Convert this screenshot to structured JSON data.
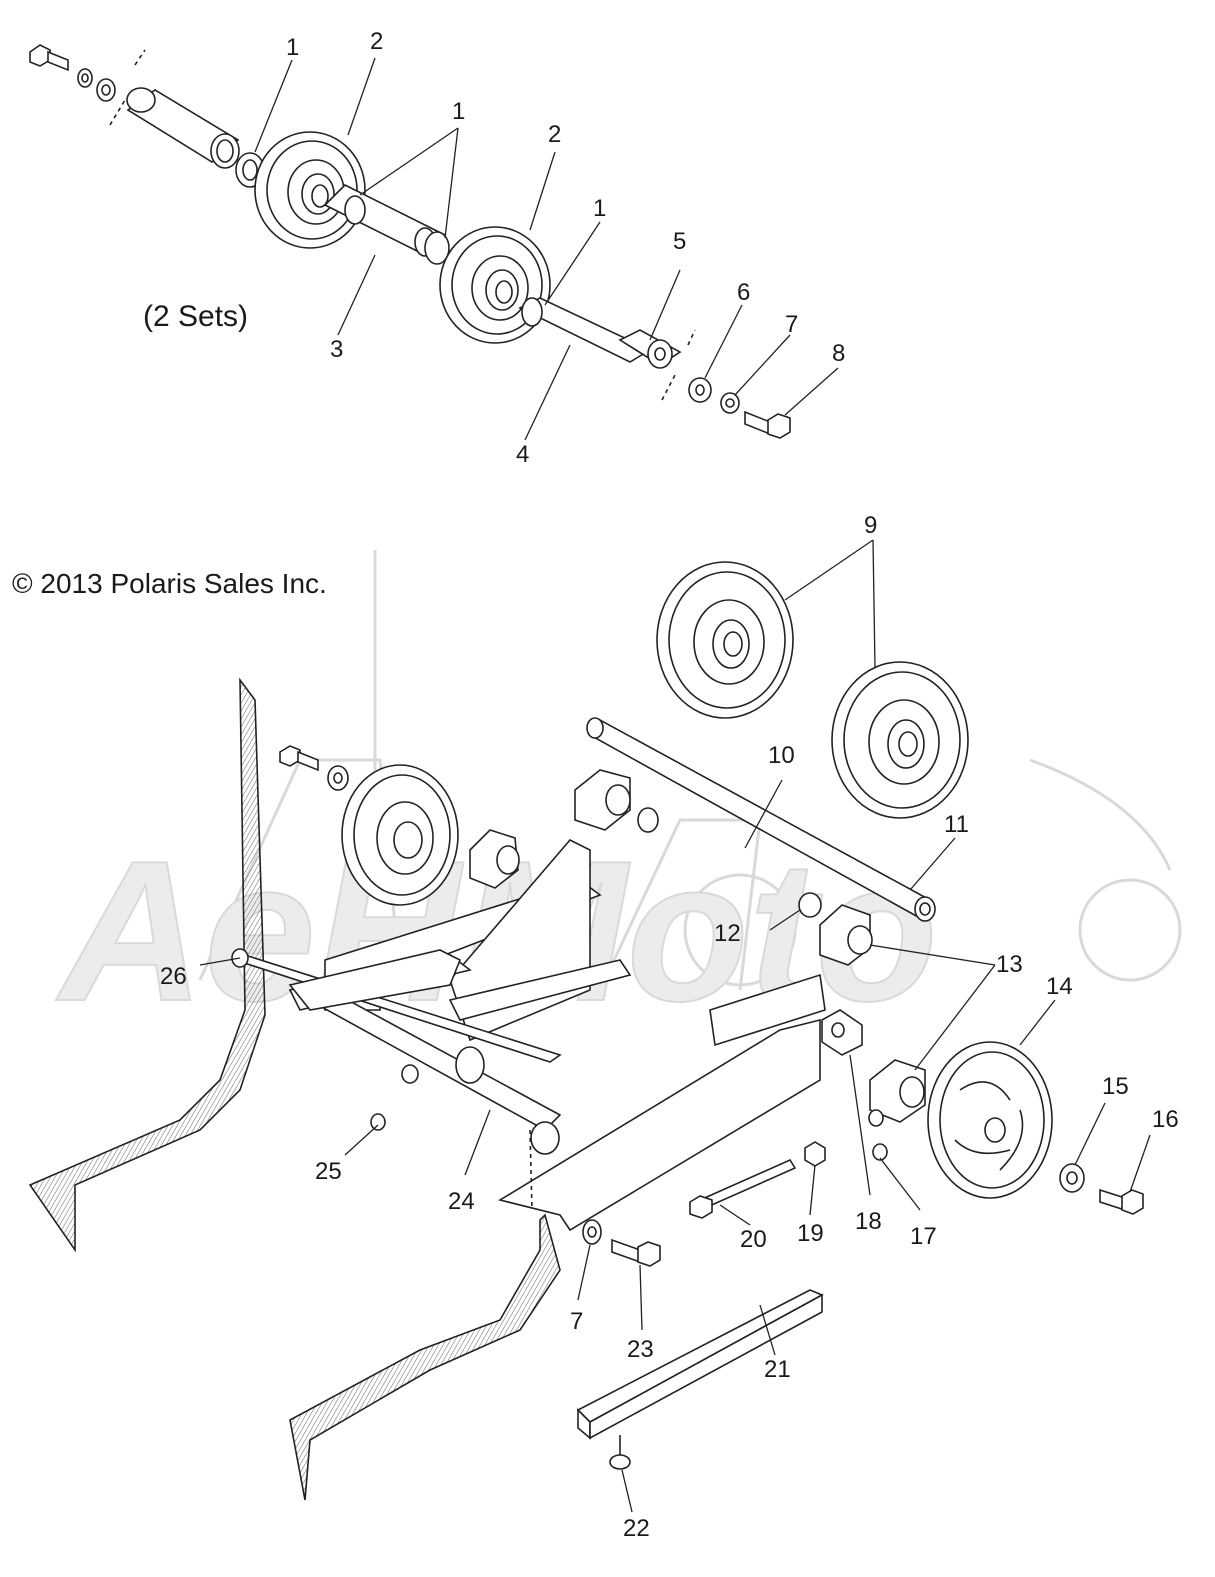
{
  "notes": {
    "sets": "(2 Sets)",
    "copyright": "© 2013 Polaris Sales Inc."
  },
  "watermark": {
    "text": "AeHMoto",
    "color": "#d9d9d9"
  },
  "callouts": [
    {
      "id": "c1a",
      "label": "1"
    },
    {
      "id": "c2a",
      "label": "2"
    },
    {
      "id": "c1b",
      "label": "1"
    },
    {
      "id": "c2b",
      "label": "2"
    },
    {
      "id": "c1c",
      "label": "1"
    },
    {
      "id": "c5",
      "label": "5"
    },
    {
      "id": "c6",
      "label": "6"
    },
    {
      "id": "c7a",
      "label": "7"
    },
    {
      "id": "c8",
      "label": "8"
    },
    {
      "id": "c3",
      "label": "3"
    },
    {
      "id": "c4",
      "label": "4"
    },
    {
      "id": "c9",
      "label": "9"
    },
    {
      "id": "c10",
      "label": "10"
    },
    {
      "id": "c11",
      "label": "11"
    },
    {
      "id": "c12",
      "label": "12"
    },
    {
      "id": "c13",
      "label": "13"
    },
    {
      "id": "c14",
      "label": "14"
    },
    {
      "id": "c15",
      "label": "15"
    },
    {
      "id": "c16",
      "label": "16"
    },
    {
      "id": "c26",
      "label": "26"
    },
    {
      "id": "c25",
      "label": "25"
    },
    {
      "id": "c24",
      "label": "24"
    },
    {
      "id": "c18",
      "label": "18"
    },
    {
      "id": "c17",
      "label": "17"
    },
    {
      "id": "c19",
      "label": "19"
    },
    {
      "id": "c20",
      "label": "20"
    },
    {
      "id": "c7b",
      "label": "7"
    },
    {
      "id": "c23",
      "label": "23"
    },
    {
      "id": "c21",
      "label": "21"
    },
    {
      "id": "c22",
      "label": "22"
    }
  ]
}
